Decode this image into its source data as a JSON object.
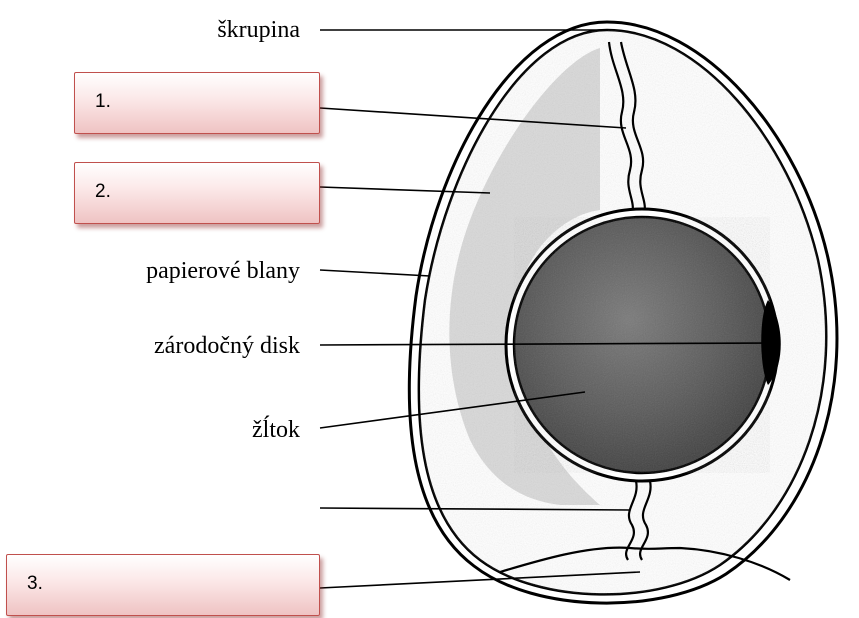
{
  "labels": {
    "shell": "škrupina",
    "membranes": "papierové blany",
    "germinal_disc": "zárodočný disk",
    "yolk": "žĺtok"
  },
  "answer_boxes": {
    "box1": "1.",
    "box2": "2.",
    "box3": "3."
  },
  "colors": {
    "box_border": "#c0504d",
    "box_fill_top": "#ffffff",
    "box_fill_bottom": "#efc3c3",
    "line": "#000000"
  }
}
